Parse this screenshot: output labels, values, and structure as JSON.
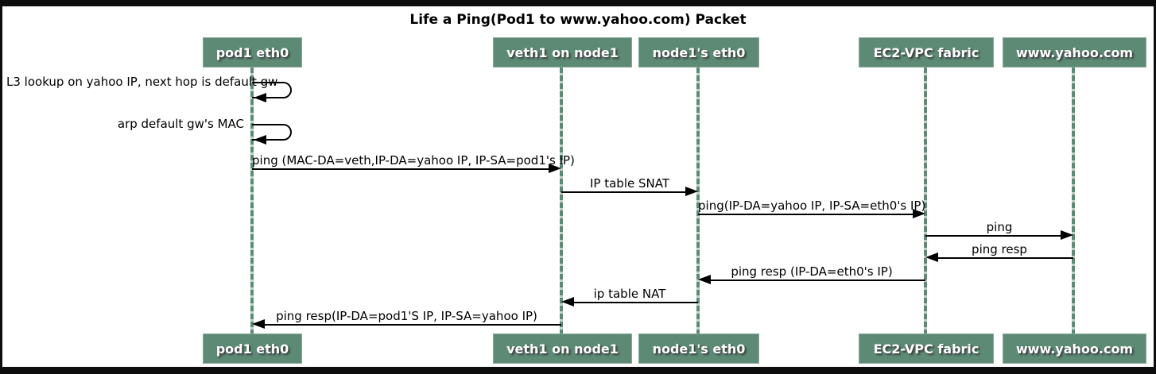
{
  "title": "Life a Ping(Pod1 to www.yahoo.com) Packet",
  "colors": {
    "actor_box": "#5d8a74",
    "lifeline": "#5d8a74",
    "arrow": "#000000",
    "frame": "#0d0d0d",
    "background": "#ffffff"
  },
  "actors": [
    {
      "id": "pod1-eth0",
      "label": "pod1 eth0"
    },
    {
      "id": "veth1-on-node1",
      "label": "veth1 on node1"
    },
    {
      "id": "node1s-eth0",
      "label": "node1's eth0"
    },
    {
      "id": "ec2-vpc-fabric",
      "label": "EC2-VPC fabric"
    },
    {
      "id": "www-yahoo-com",
      "label": "www.yahoo.com"
    }
  ],
  "messages": [
    {
      "text": "L3 lookup on yahoo IP, next hop is default gw",
      "from": 0,
      "to": 0,
      "kind": "self"
    },
    {
      "text": "arp default gw's MAC",
      "from": 0,
      "to": 0,
      "kind": "self"
    },
    {
      "text": "ping (MAC-DA=veth,IP-DA=yahoo IP, IP-SA=pod1's IP)",
      "from": 0,
      "to": 1,
      "kind": "arrow"
    },
    {
      "text": "IP table SNAT",
      "from": 1,
      "to": 2,
      "kind": "arrow"
    },
    {
      "text": "ping(IP-DA=yahoo IP, IP-SA=eth0's IP)",
      "from": 2,
      "to": 3,
      "kind": "arrow"
    },
    {
      "text": "ping",
      "from": 3,
      "to": 4,
      "kind": "arrow"
    },
    {
      "text": "ping resp",
      "from": 4,
      "to": 3,
      "kind": "arrow"
    },
    {
      "text": "ping resp (IP-DA=eth0's IP)",
      "from": 3,
      "to": 2,
      "kind": "arrow"
    },
    {
      "text": "ip table NAT",
      "from": 2,
      "to": 1,
      "kind": "arrow"
    },
    {
      "text": "ping resp(IP-DA=pod1'S IP, IP-SA=yahoo IP)",
      "from": 1,
      "to": 0,
      "kind": "arrow"
    }
  ]
}
